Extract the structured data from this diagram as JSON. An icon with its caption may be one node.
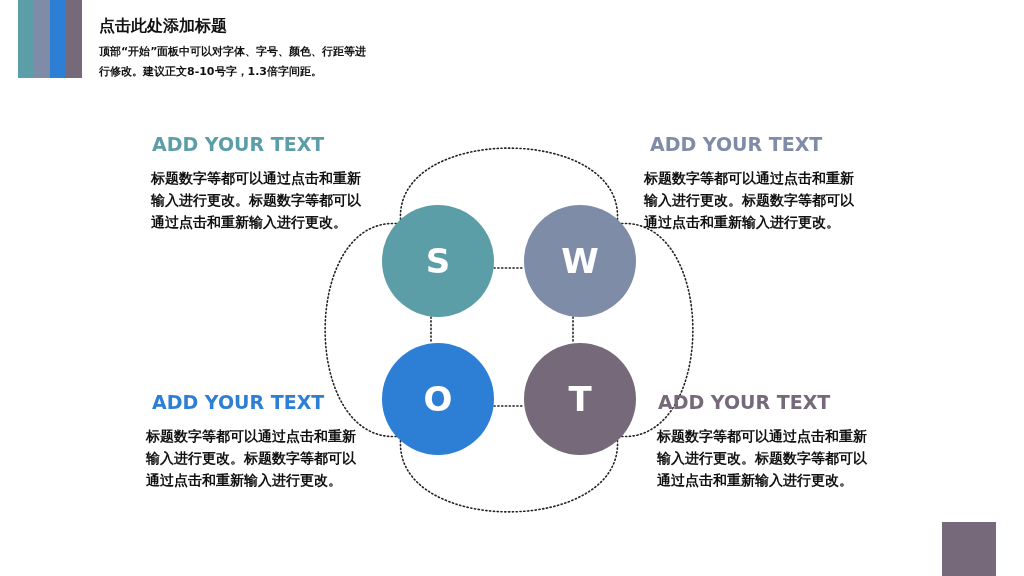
{
  "diagram": {
    "title": "点击此处添加标题",
    "nodes": [
      {
        "text": [
          "S"
        ]
      },
      {
        "text": [
          "W"
        ]
      },
      {
        "text": [
          "O"
        ]
      },
      {
        "text": [
          "T"
        ]
      }
    ],
    "edges": [
      {
        "from": 0,
        "to": 1,
        "arrow": "none",
        "style": "dashed"
      },
      {
        "from": 0,
        "to": 2,
        "arrow": "none",
        "style": "dashed"
      },
      {
        "from": 1,
        "to": 3,
        "arrow": "none",
        "style": "dashed"
      },
      {
        "from": 2,
        "to": 3,
        "arrow": "none",
        "style": "dashed"
      },
      {
        "from": 0,
        "to": 1,
        "arrow": "none",
        "style": "dashed"
      },
      {
        "from": 0,
        "to": 2,
        "arrow": "none",
        "style": "dashed"
      },
      {
        "from": 1,
        "to": 3,
        "arrow": "none",
        "style": "dashed"
      },
      {
        "from": 2,
        "to": 3,
        "arrow": "none",
        "style": "dashed"
      }
    ],
    "labels": [
      "顶部“开始”面板中可以对字体、字号、颜色、行距等进行修改。建议正文8-10号字，1.3倍字间距。",
      "ADD YOUR TEXT",
      "标题数字等都可以通过点击和重新输入进行更改。标题数字等都可以通过点击和重新输入进行更改。",
      "ADD YOUR TEXT",
      "标题数字等都可以通过点击和重新输入进行更改。标题数字等都可以通过点击和重新输入进行更改。",
      "ADD YOUR TEXT",
      "标题数字等都可以通过点击和重新输入进行更改。标题数字等都可以通过点击和重新输入进行更改。",
      "ADD YOUR TEXT",
      "标题数字等都可以通过点击和重新输入进行更改。标题数字等都可以通过点击和重新输入进行更改。"
    ]
  }
}
